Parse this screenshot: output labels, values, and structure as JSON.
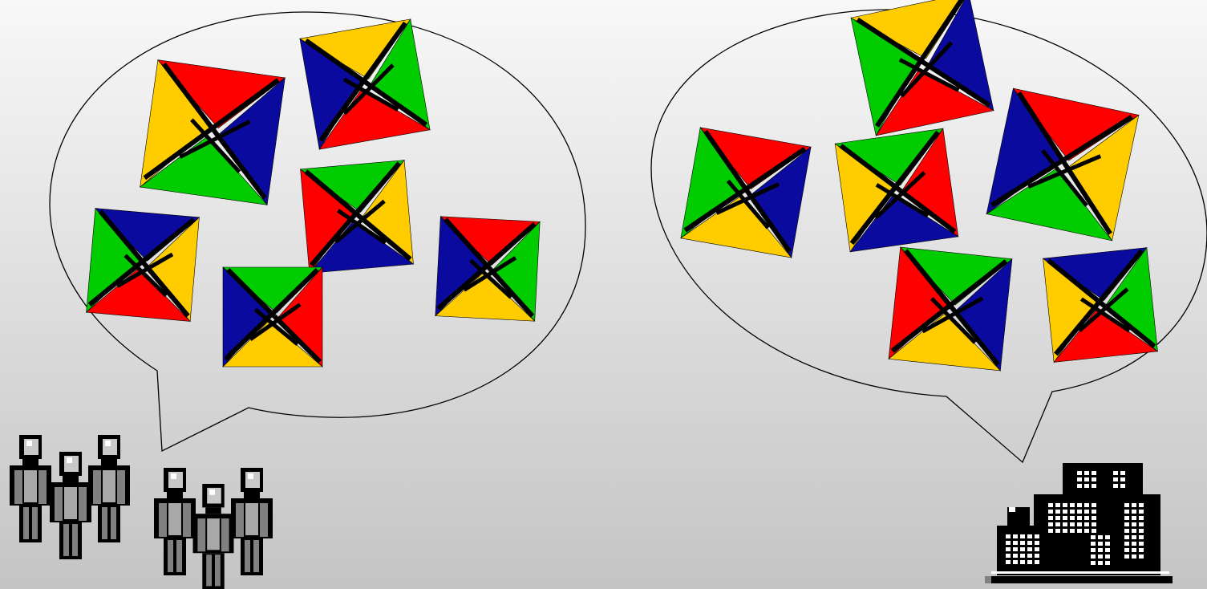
{
  "colors": {
    "background_top": "#f8f8f8",
    "background_bottom": "#c4c4c4",
    "bubble_stroke": "#000000",
    "red": "#ff0000",
    "yellow": "#ffcc00",
    "green": "#00cc00",
    "blue": "#0a0a9e",
    "bar": "#000000",
    "person_fill": "#808080",
    "building_fill": "#000000"
  },
  "speech_bubbles": [
    {
      "name": "people-speech-bubble",
      "pyramids": [
        {
          "name": "pyramid-1",
          "order": [
            "red",
            "blue",
            "green",
            "yellow"
          ]
        },
        {
          "name": "pyramid-2",
          "order": [
            "yellow",
            "green",
            "red",
            "blue"
          ]
        },
        {
          "name": "pyramid-3",
          "order": [
            "blue",
            "yellow",
            "red",
            "green"
          ]
        },
        {
          "name": "pyramid-4",
          "order": [
            "green",
            "yellow",
            "blue",
            "red"
          ]
        },
        {
          "name": "pyramid-5",
          "order": [
            "green",
            "red",
            "yellow",
            "blue"
          ]
        },
        {
          "name": "pyramid-6",
          "order": [
            "red",
            "green",
            "yellow",
            "blue"
          ]
        }
      ]
    },
    {
      "name": "organization-speech-bubble",
      "pyramids": [
        {
          "name": "pyramid-7",
          "order": [
            "yellow",
            "blue",
            "red",
            "green"
          ]
        },
        {
          "name": "pyramid-8",
          "order": [
            "red",
            "blue",
            "yellow",
            "green"
          ]
        },
        {
          "name": "pyramid-9",
          "order": [
            "green",
            "red",
            "blue",
            "yellow"
          ]
        },
        {
          "name": "pyramid-10",
          "order": [
            "red",
            "yellow",
            "green",
            "blue"
          ]
        },
        {
          "name": "pyramid-11",
          "order": [
            "green",
            "blue",
            "yellow",
            "red"
          ]
        },
        {
          "name": "pyramid-12",
          "order": [
            "blue",
            "green",
            "red",
            "yellow"
          ]
        }
      ]
    }
  ],
  "icons": {
    "people_group": "people-group-icon",
    "building": "office-building-icon"
  }
}
